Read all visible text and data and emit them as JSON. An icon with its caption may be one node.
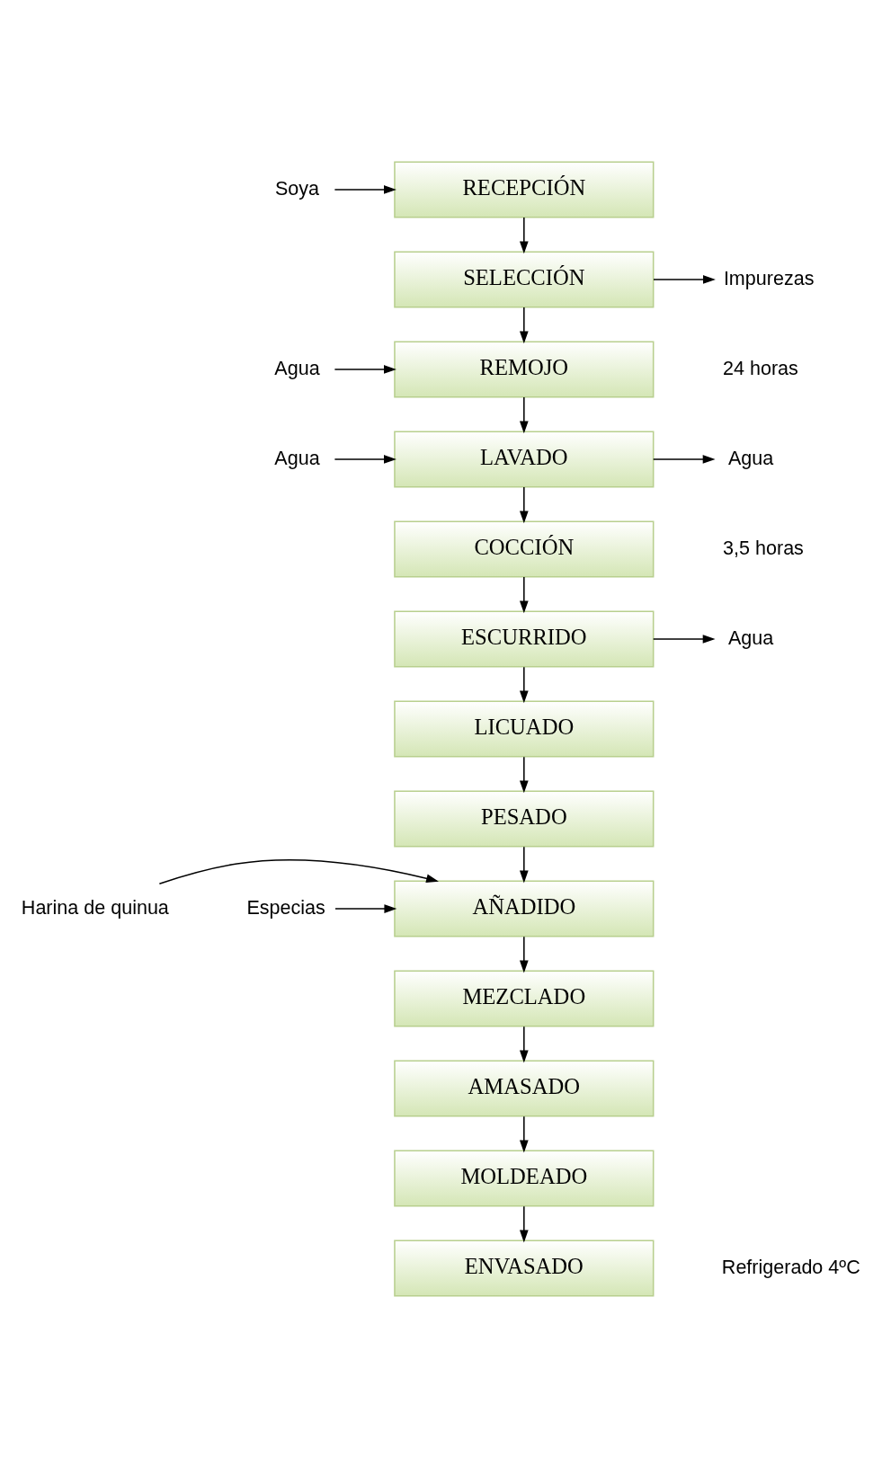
{
  "diagram": {
    "nodes": [
      {
        "text": [
          "Soya"
        ]
      },
      {
        "text": [
          "RECEPCIÓN"
        ]
      },
      {
        "text": [
          "SELECCIÓN"
        ]
      },
      {
        "text": [
          "Impurezas"
        ]
      },
      {
        "text": [
          "Agua"
        ]
      },
      {
        "text": [
          "REMOJO"
        ],
        "beside": [
          "24 horas"
        ]
      },
      {
        "text": [
          "Agua"
        ]
      },
      {
        "text": [
          "LAVADO"
        ]
      },
      {
        "text": [
          "Agua"
        ]
      },
      {
        "text": [
          "COCCIÓN"
        ],
        "beside": [
          "3,5 horas"
        ]
      },
      {
        "text": [
          "ESCURRIDO"
        ]
      },
      {
        "text": [
          "Agua"
        ]
      },
      {
        "text": [
          "LICUADO"
        ]
      },
      {
        "text": [
          "PESADO"
        ]
      },
      {
        "text": [
          "Harina de quinua"
        ]
      },
      {
        "text": [
          "Especias"
        ]
      },
      {
        "text": [
          "AÑADIDO"
        ]
      },
      {
        "text": [
          "MEZCLADO"
        ]
      },
      {
        "text": [
          "AMASADO"
        ]
      },
      {
        "text": [
          "MOLDEADO"
        ]
      },
      {
        "text": [
          "ENVASADO"
        ],
        "beside": [
          "Refrigerado 4ºC"
        ]
      }
    ],
    "edges": [
      {
        "from": 0,
        "to": 1,
        "arrow": "to"
      },
      {
        "from": 1,
        "to": 2,
        "arrow": "to"
      },
      {
        "from": 2,
        "to": 3,
        "arrow": "to"
      },
      {
        "from": 2,
        "to": 5,
        "arrow": "to"
      },
      {
        "from": 4,
        "to": 5,
        "arrow": "to"
      },
      {
        "from": 5,
        "to": 7,
        "arrow": "to"
      },
      {
        "from": 6,
        "to": 7,
        "arrow": "to"
      },
      {
        "from": 7,
        "to": 8,
        "arrow": "to"
      },
      {
        "from": 7,
        "to": 9,
        "arrow": "to"
      },
      {
        "from": 9,
        "to": 10,
        "arrow": "to"
      },
      {
        "from": 10,
        "to": 11,
        "arrow": "to"
      },
      {
        "from": 10,
        "to": 12,
        "arrow": "to"
      },
      {
        "from": 12,
        "to": 13,
        "arrow": "to"
      },
      {
        "from": 13,
        "to": 16,
        "arrow": "to"
      },
      {
        "from": 14,
        "to": 16,
        "arrow": "to"
      },
      {
        "from": 15,
        "to": 16,
        "arrow": "to"
      },
      {
        "from": 16,
        "to": 17,
        "arrow": "to"
      },
      {
        "from": 17,
        "to": 18,
        "arrow": "to"
      },
      {
        "from": 18,
        "to": 19,
        "arrow": "to"
      },
      {
        "from": 19,
        "to": 20,
        "arrow": "to"
      }
    ]
  }
}
